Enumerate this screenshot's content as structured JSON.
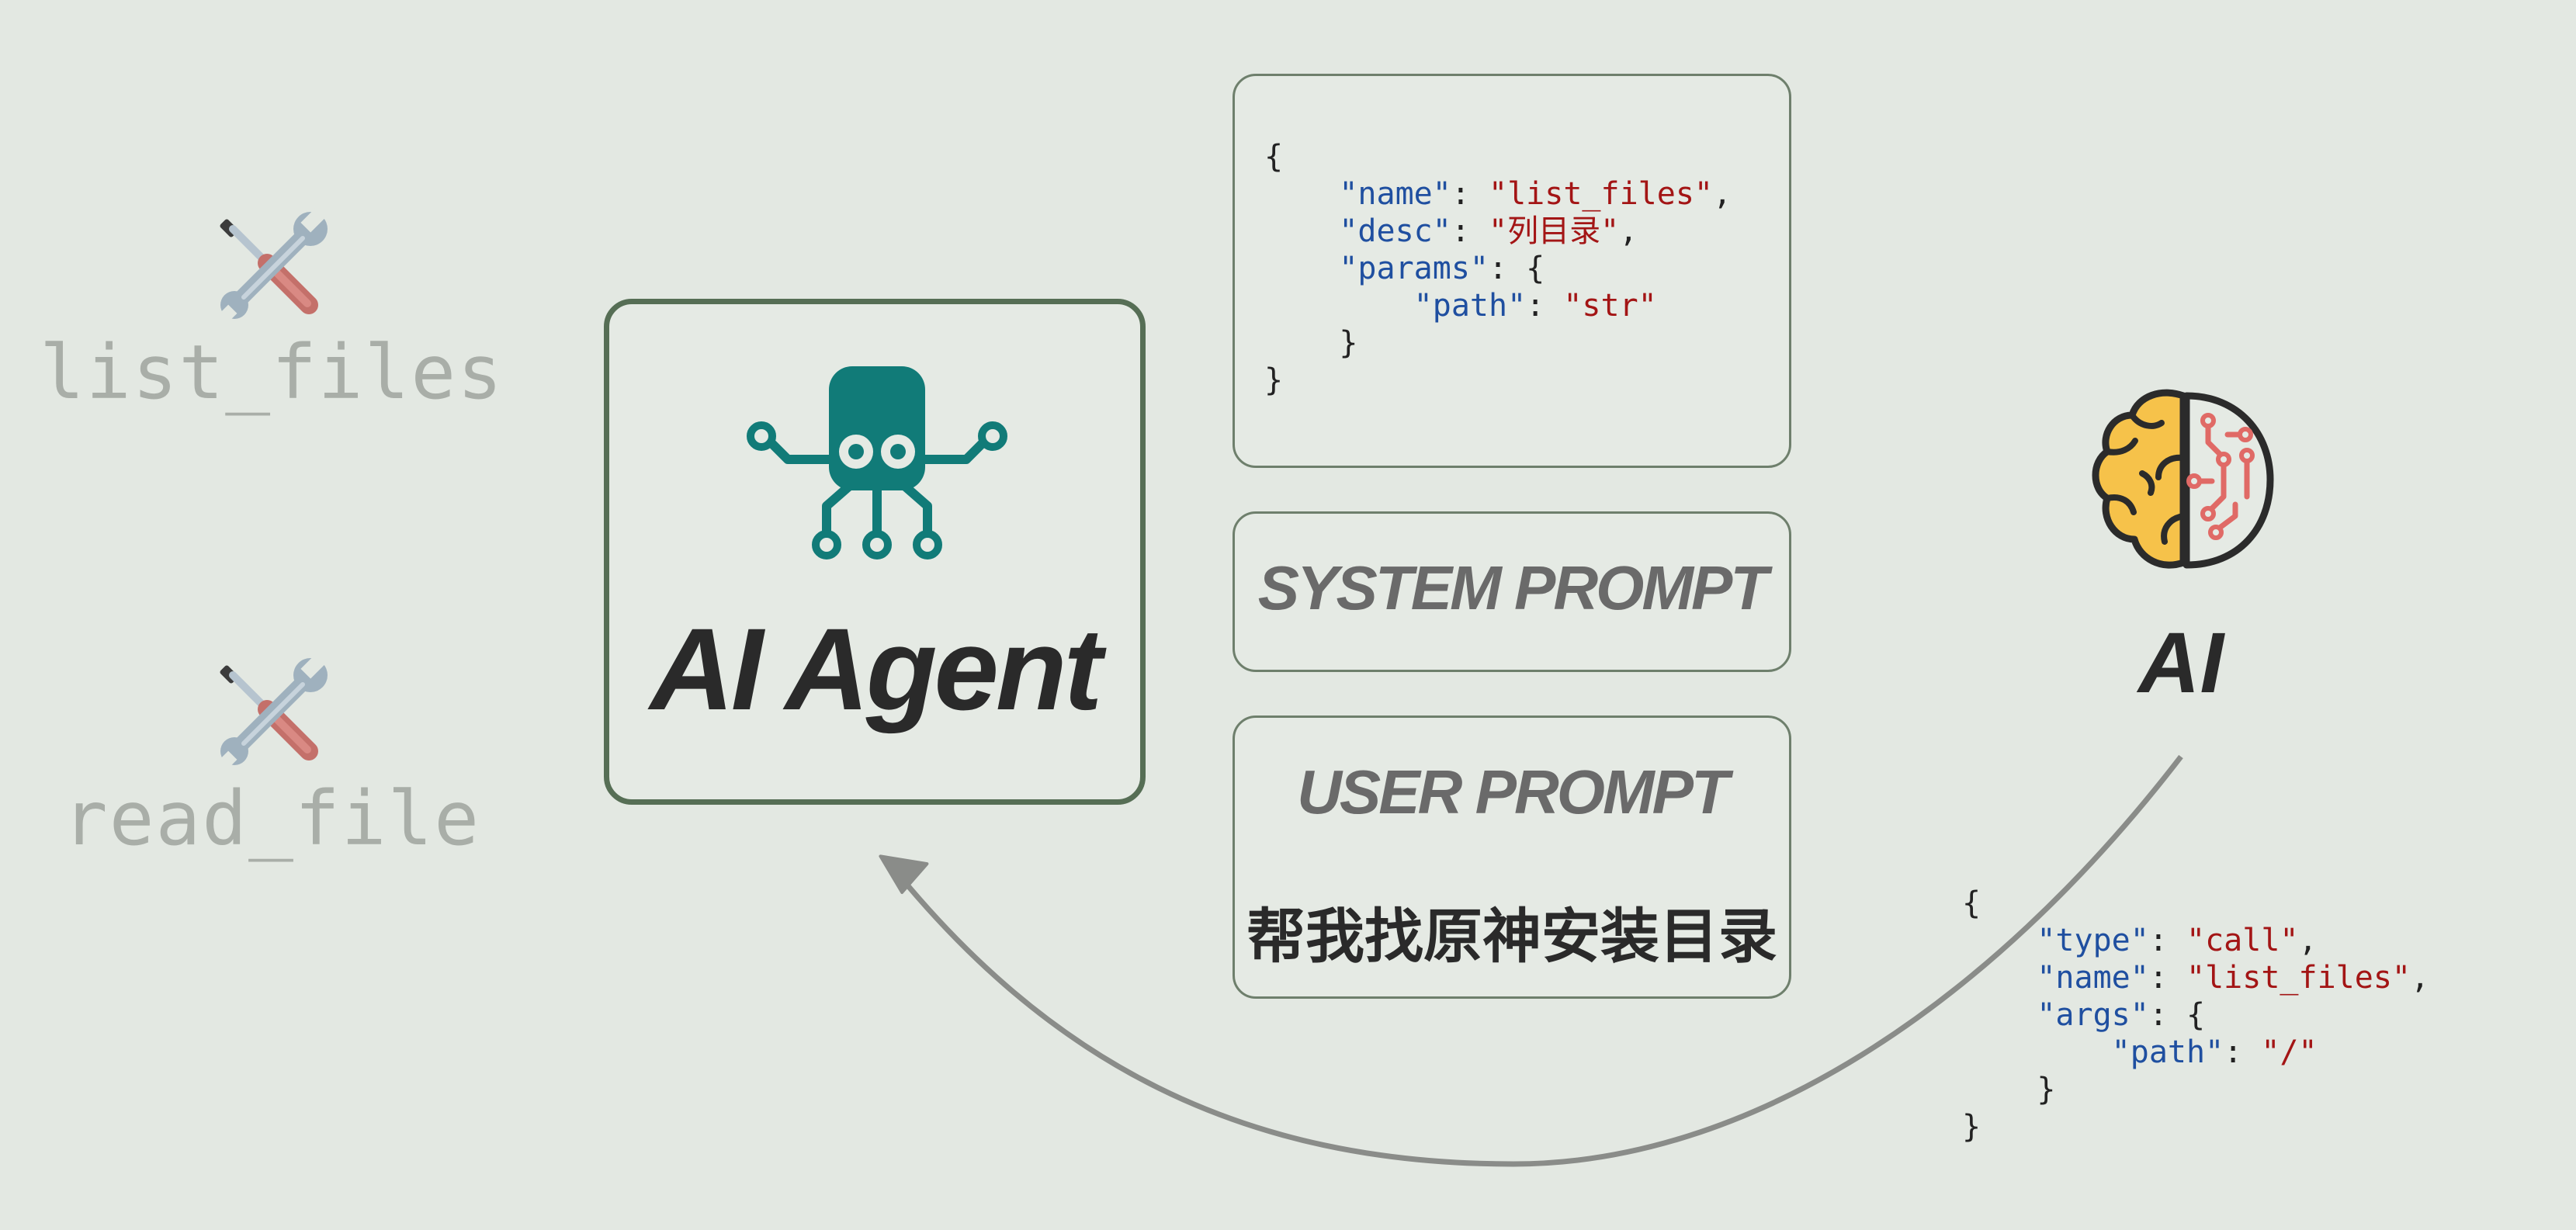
{
  "tools": [
    {
      "name": "list_files",
      "icon": "tools-icon"
    },
    {
      "name": "read_file",
      "icon": "tools-icon"
    }
  ],
  "agent": {
    "title": "AI Agent",
    "icon": "octopus-circuit-icon",
    "color": "#117b78"
  },
  "tool_definition": {
    "open": "{",
    "name_key": "\"name\"",
    "name_val": "\"list_files\"",
    "desc_key": "\"desc\"",
    "desc_val": "\"列目录\"",
    "params_key": "\"params\"",
    "path_key": "\"path\"",
    "path_val": "\"str\"",
    "inner_close": "}",
    "close": "}"
  },
  "system_prompt": {
    "title": "SYSTEM PROMPT"
  },
  "user_prompt": {
    "title": "USER PROMPT",
    "text": "帮我找原神安装目录"
  },
  "ai": {
    "label": "AI",
    "icon": "brain-circuit-icon"
  },
  "tool_call": {
    "open": "{",
    "type_key": "\"type\"",
    "type_val": "\"call\"",
    "name_key": "\"name\"",
    "name_val": "\"list_files\"",
    "args_key": "\"args\"",
    "path_key": "\"path\"",
    "path_val": "\"/\"",
    "inner_close": "}",
    "close": "}"
  },
  "colors": {
    "key": "#1f4fa0",
    "string": "#a31515",
    "arrow": "#8a8c89",
    "border": "#566e55"
  }
}
